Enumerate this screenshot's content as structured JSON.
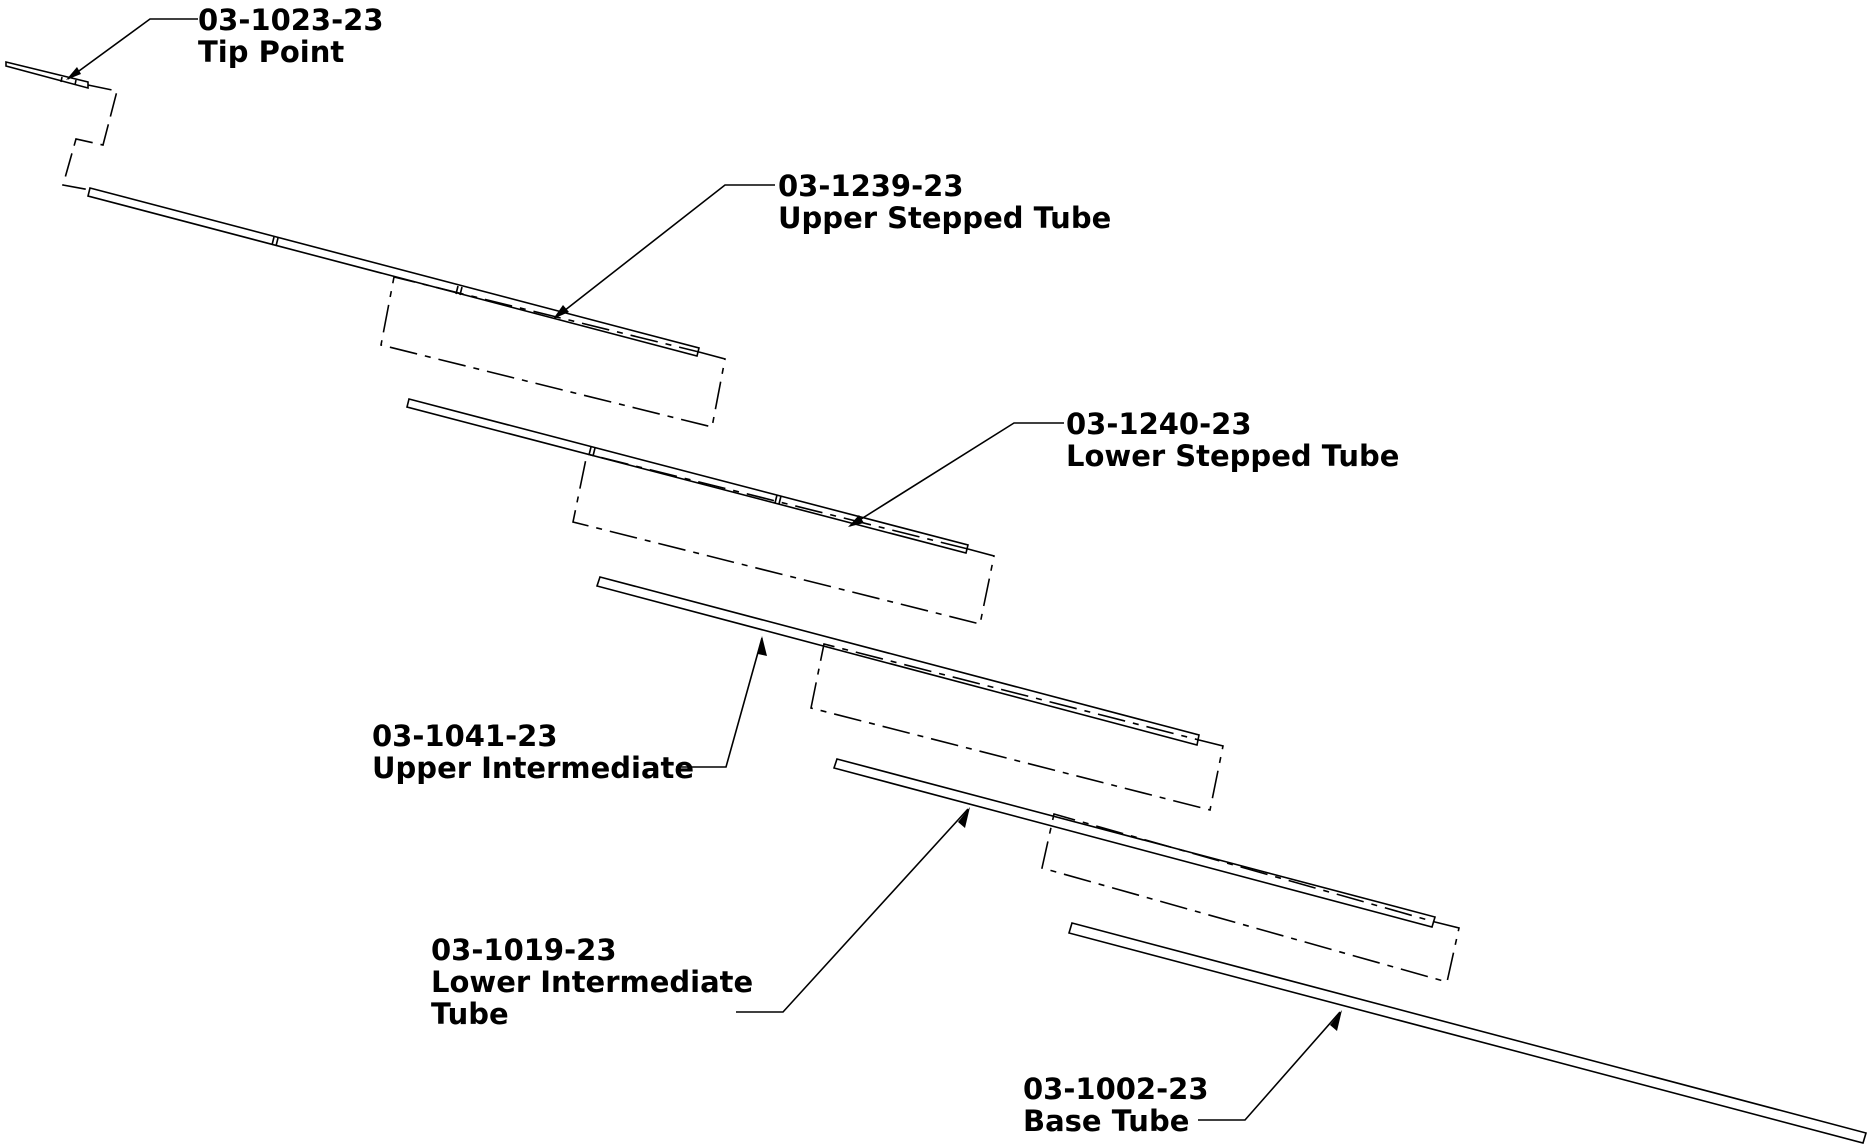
{
  "callouts": [
    {
      "id": "tip-point",
      "part_number": "03-1023-23",
      "label_lines": [
        "Tip Point"
      ]
    },
    {
      "id": "upper-stepped-tube",
      "part_number": "03-1239-23",
      "label_lines": [
        "Upper Stepped Tube"
      ]
    },
    {
      "id": "lower-stepped-tube",
      "part_number": "03-1240-23",
      "label_lines": [
        "Lower Stepped Tube"
      ]
    },
    {
      "id": "upper-intermediate",
      "part_number": "03-1041-23",
      "label_lines": [
        "Upper Intermediate"
      ]
    },
    {
      "id": "lower-intermediate-tube",
      "part_number": "03-1019-23",
      "label_lines": [
        "Lower Intermediate",
        "Tube"
      ]
    },
    {
      "id": "base-tube",
      "part_number": "03-1002-23",
      "label_lines": [
        "Base Tube"
      ]
    }
  ],
  "colors": {
    "line": "#000000",
    "background": "#ffffff"
  }
}
